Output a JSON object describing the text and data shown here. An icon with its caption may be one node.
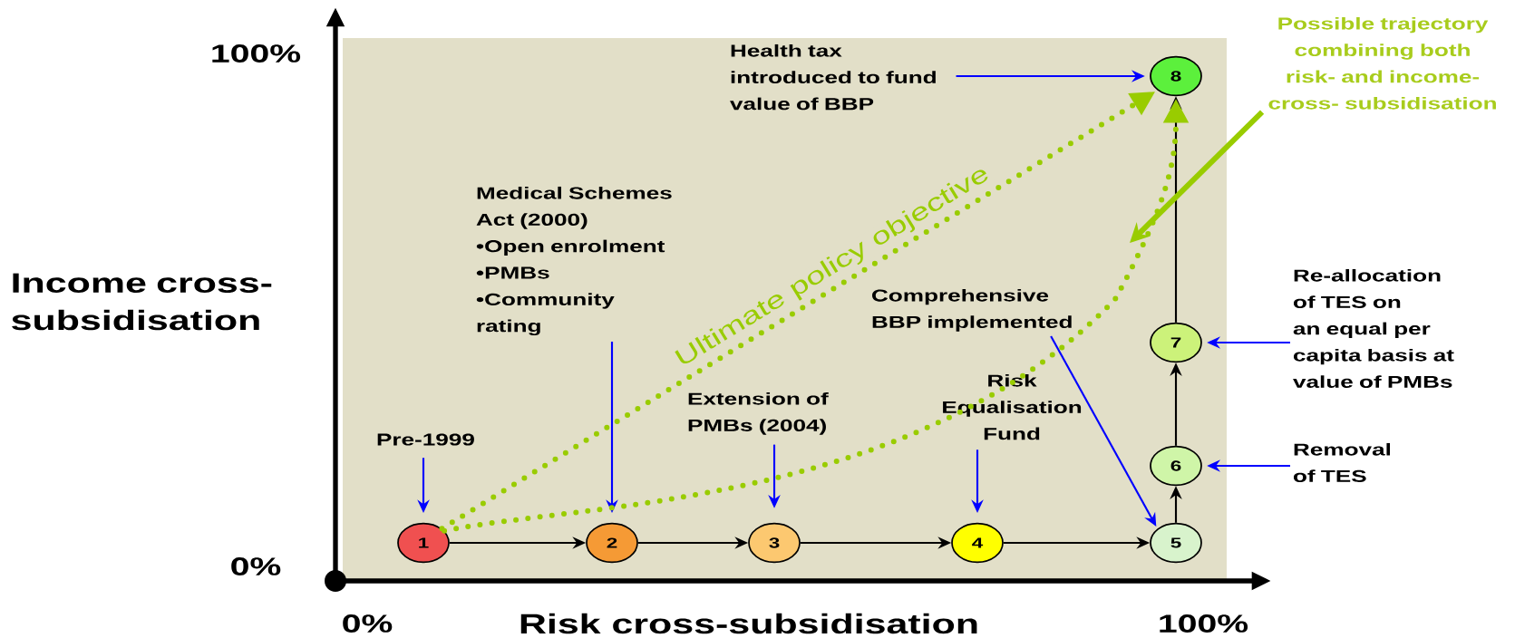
{
  "diagram": {
    "nodes": [
      {
        "text": [
          "1"
        ]
      },
      {
        "text": [
          "2"
        ]
      },
      {
        "text": [
          "3"
        ]
      },
      {
        "text": [
          "4"
        ]
      },
      {
        "text": [
          "5"
        ]
      },
      {
        "text": [
          "6"
        ]
      },
      {
        "text": [
          "7"
        ]
      },
      {
        "text": [
          "8"
        ]
      },
      {
        "text": [
          "Pre-1999"
        ]
      },
      {
        "text": [
          "Medical Schemes Act (2000)",
          "•Open enrolment",
          "•PMBs",
          "•Community rating"
        ]
      },
      {
        "text": [
          "Extension of PMBs (2004)"
        ]
      },
      {
        "text": [
          "Risk Equalisation Fund"
        ]
      },
      {
        "text": [
          "Comprehensive BBP implemented"
        ]
      },
      {
        "text": [
          "Removal of TES"
        ]
      },
      {
        "text": [
          "Re-allocation of TES on an equal per capita basis at value of PMBs"
        ]
      },
      {
        "text": [
          "Health tax introduced to fund value of BBP"
        ]
      },
      {
        "text": [
          "Possible trajectory combining both risk- and income- cross- subsidisation"
        ]
      }
    ],
    "edges": [
      {
        "from": 0,
        "to": 1,
        "arrow": "to",
        "color": "#000000"
      },
      {
        "from": 1,
        "to": 2,
        "arrow": "to",
        "color": "#000000"
      },
      {
        "from": 2,
        "to": 3,
        "arrow": "to",
        "color": "#000000"
      },
      {
        "from": 3,
        "to": 4,
        "arrow": "to",
        "color": "#000000"
      },
      {
        "from": 4,
        "to": 5,
        "arrow": "to",
        "color": "#000000"
      },
      {
        "from": 5,
        "to": 6,
        "arrow": "to",
        "color": "#000000"
      },
      {
        "from": 6,
        "to": 7,
        "arrow": "to",
        "color": "#000000"
      },
      {
        "from": 8,
        "to": 0,
        "arrow": "to",
        "color": "#0000ff"
      },
      {
        "from": 9,
        "to": 1,
        "arrow": "to",
        "color": "#0000ff"
      },
      {
        "from": 10,
        "to": 2,
        "arrow": "to",
        "color": "#0000ff"
      },
      {
        "from": 11,
        "to": 3,
        "arrow": "to",
        "color": "#0000ff"
      },
      {
        "from": 12,
        "to": 4,
        "arrow": "to",
        "color": "#0000ff"
      },
      {
        "from": 13,
        "to": 5,
        "arrow": "to",
        "color": "#0000ff"
      },
      {
        "from": 14,
        "to": 6,
        "arrow": "to",
        "color": "#0000ff"
      },
      {
        "from": 15,
        "to": 7,
        "arrow": "to",
        "color": "#0000ff"
      },
      {
        "from": 0,
        "to": 7,
        "arrow": "to",
        "style": "dashed",
        "color": "#99cc00",
        "label": "Ultimate policy objective"
      },
      {
        "from": 0,
        "to": 7,
        "arrow": "to",
        "style": "dashed",
        "color": "#99cc00"
      },
      {
        "from": 16,
        "to": null,
        "arrow": "to",
        "style": "thick",
        "color": "#99cc00"
      }
    ],
    "labels": [
      "100%",
      "0%",
      "0%",
      "100%",
      "Income cross- subsidisation",
      "Risk cross-subsidisation"
    ]
  }
}
